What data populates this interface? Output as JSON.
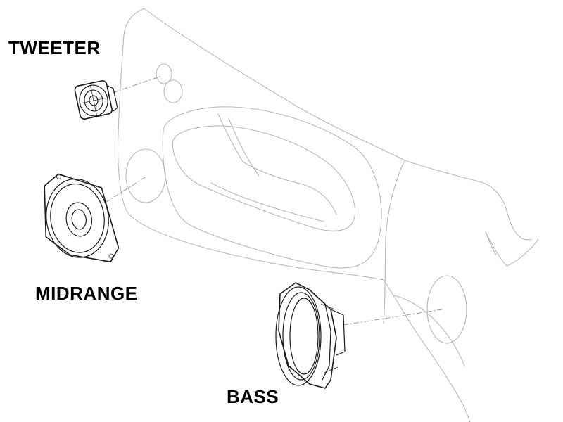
{
  "labels": {
    "tweeter": "TWEETER",
    "midrange": "MIDRANGE",
    "bass": "BASS"
  },
  "colors": {
    "panel_line": "#b8b8b8",
    "speaker_line": "#1a1a1a",
    "label": "#000000",
    "background": "#ffffff"
  }
}
